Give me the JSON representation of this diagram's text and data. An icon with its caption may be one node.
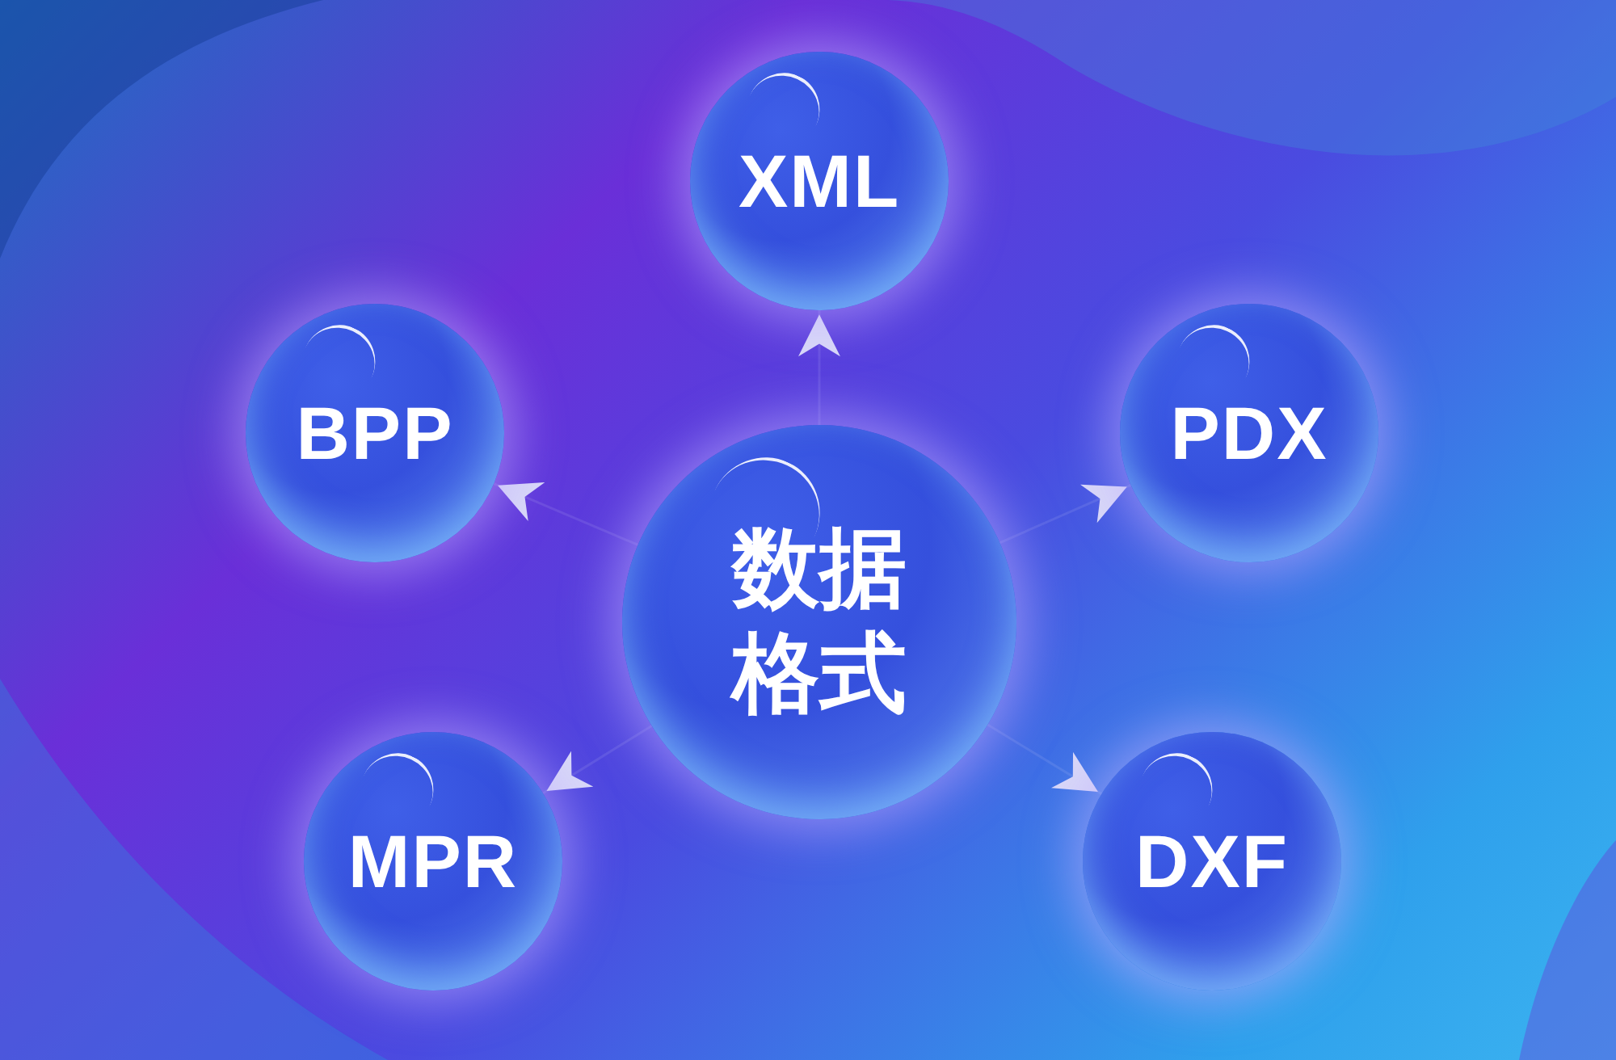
{
  "diagram": {
    "nodes": [
      {
        "text": [
          "XML"
        ]
      },
      {
        "text": [
          "BPP"
        ]
      },
      {
        "text": [
          "PDX"
        ]
      },
      {
        "text": [
          "数据格式"
        ]
      },
      {
        "text": [
          "MPR"
        ]
      },
      {
        "text": [
          "DXF"
        ]
      }
    ],
    "edges": [
      {
        "from": 3,
        "to": 0,
        "arrow": "to"
      },
      {
        "from": 3,
        "to": 1,
        "arrow": "to"
      },
      {
        "from": 3,
        "to": 2,
        "arrow": "to"
      },
      {
        "from": 3,
        "to": 4,
        "arrow": "to"
      },
      {
        "from": 3,
        "to": 5,
        "arrow": "to"
      }
    ]
  }
}
